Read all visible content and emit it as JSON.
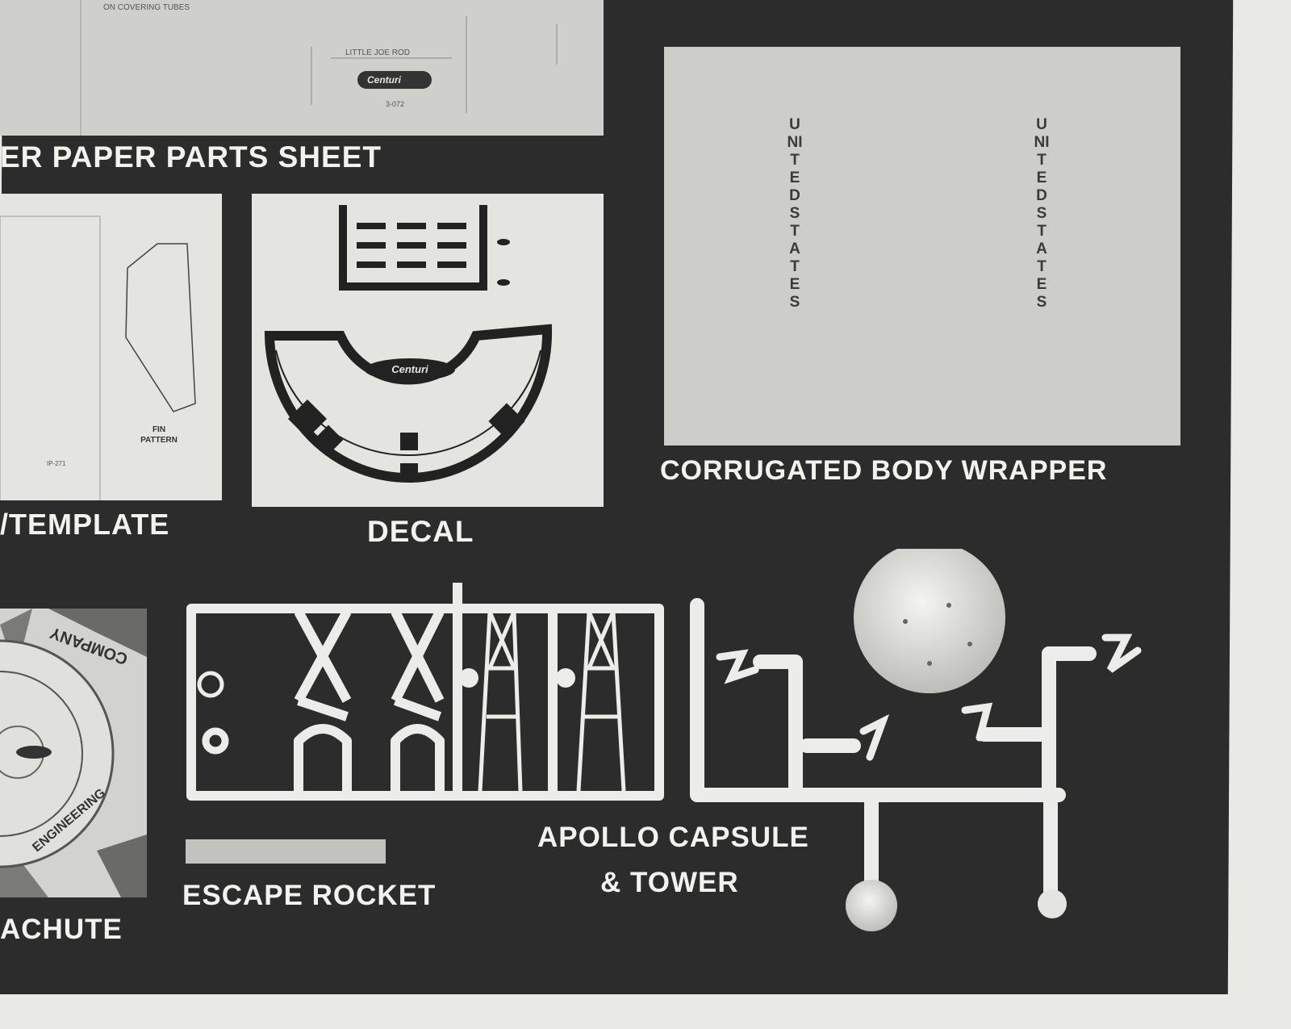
{
  "labels": {
    "paper_parts": "ER PAPER PARTS SHEET",
    "template": "/TEMPLATE",
    "decal": "DECAL",
    "body_wrapper": "CORRUGATED BODY WRAPPER",
    "parachute": "ACHUTE",
    "escape_rocket": "ESCAPE ROCKET",
    "apollo_line1": "APOLLO CAPSULE",
    "apollo_line2": "& TOWER"
  },
  "paper_sheet_text": {
    "wrapper_note": "ON COVERING TUBES",
    "line_text": "LITTLE JOE ROD",
    "logo": "Centuri",
    "code": "3-072"
  },
  "fin_sheet_text": {
    "fin_label": "FIN PATTERN",
    "part_no": "IP-271"
  },
  "decal_text": {
    "logo": "Centuri"
  },
  "wrapper_text": {
    "left": "UNITED STATES",
    "right": "UNITED STATES"
  },
  "parachute_text": {
    "top": "COMPANY",
    "bottom": "ENGINEERING"
  },
  "colors": {
    "background": "#2c2c2c",
    "paper": "#e4e4e1",
    "label": "#f2f2ef"
  }
}
